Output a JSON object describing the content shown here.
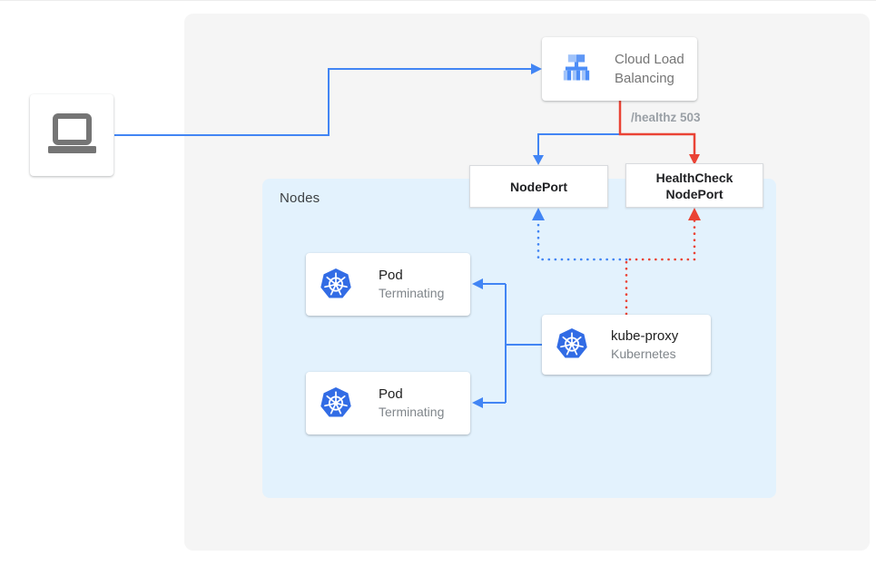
{
  "colors": {
    "blue": "#4285f4",
    "red": "#ea4335",
    "k8s_blue": "#326ce5",
    "panel_bg": "#f5f5f5",
    "nodes_bg": "#e3f2fd",
    "laptop_gray": "#757575"
  },
  "nodes_panel": {
    "label": "Nodes"
  },
  "cloud_load_balancing": {
    "label_line1": "Cloud Load",
    "label_line2": "Balancing"
  },
  "healthz_label": "/healthz 503",
  "nodeport": {
    "label": "NodePort"
  },
  "healthcheck_nodeport": {
    "label_line1": "HealthCheck",
    "label_line2": "NodePort"
  },
  "pods": [
    {
      "title": "Pod",
      "subtitle": "Terminating"
    },
    {
      "title": "Pod",
      "subtitle": "Terminating"
    }
  ],
  "kube_proxy": {
    "title": "kube-proxy",
    "subtitle": "Kubernetes"
  }
}
